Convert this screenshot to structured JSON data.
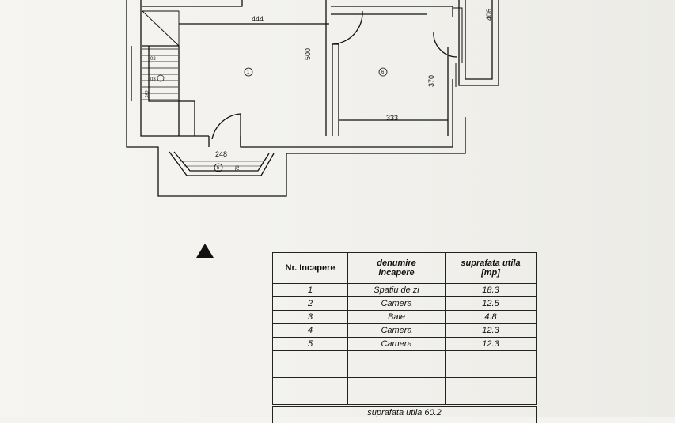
{
  "plan": {
    "dimensions": [
      "444",
      "500",
      "406",
      "370",
      "333",
      "248",
      "78",
      "282"
    ],
    "stair_numbers": [
      "02",
      "03",
      "282"
    ],
    "room_markers": [
      "1",
      "6",
      "5"
    ]
  },
  "table": {
    "headers": {
      "nr": "Nr. Incapere",
      "name_line1": "denumire",
      "name_line2": "incapere",
      "area_line1": "suprafata utila",
      "area_line2": "[mp]"
    },
    "rows": [
      {
        "nr": "1",
        "name": "Spatiu de zi",
        "area": "18.3"
      },
      {
        "nr": "2",
        "name": "Camera",
        "area": "12.5"
      },
      {
        "nr": "3",
        "name": "Baie",
        "area": "4.8"
      },
      {
        "nr": "4",
        "name": "Camera",
        "area": "12.3"
      },
      {
        "nr": "5",
        "name": "Camera",
        "area": "12.3"
      }
    ],
    "footer": "suprafata utila 60.2"
  }
}
